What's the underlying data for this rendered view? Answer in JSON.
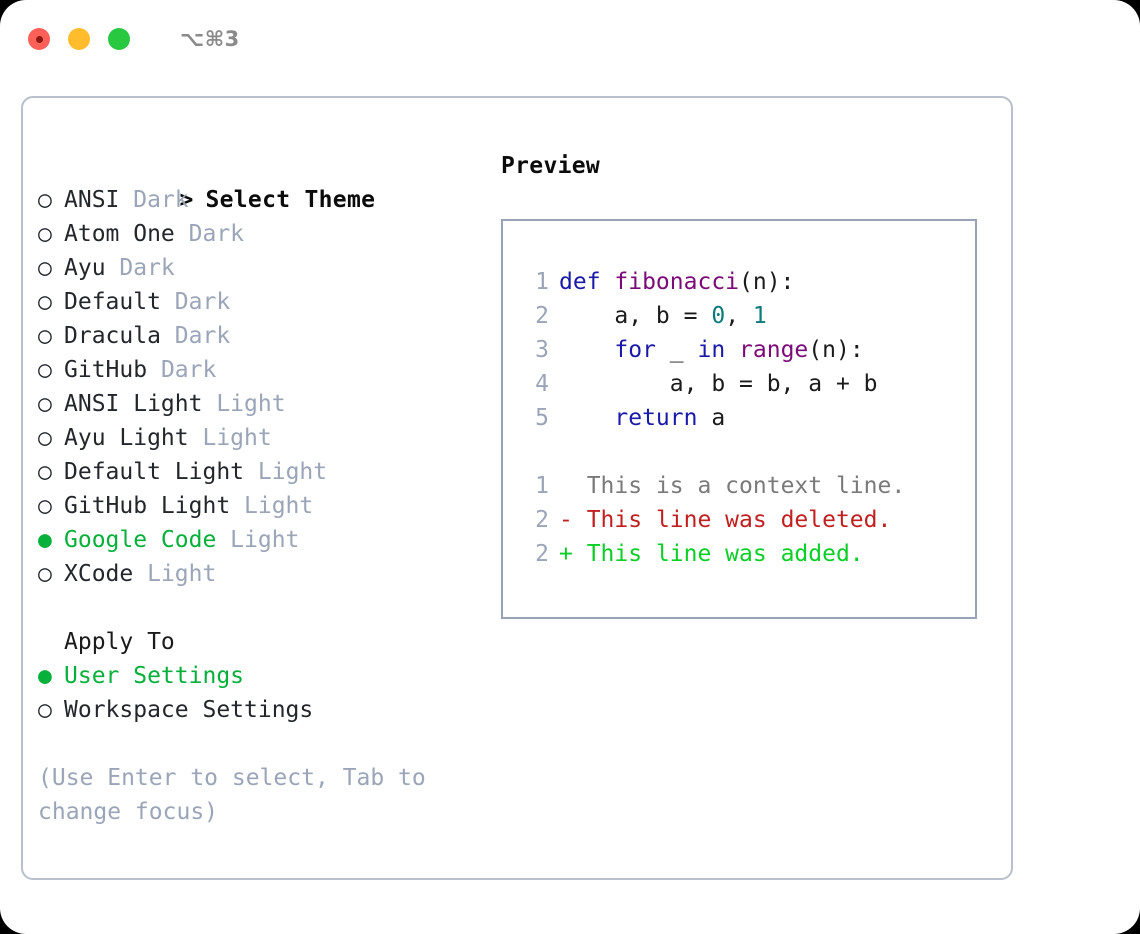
{
  "titlebar": {
    "shortcut": "⌥⌘3",
    "buttons": [
      {
        "name": "close",
        "color": "#ff6057"
      },
      {
        "name": "minimize",
        "color": "#ffbd2e"
      },
      {
        "name": "zoom",
        "color": "#28c840"
      }
    ]
  },
  "colors": {
    "accent_green": "#06b03a",
    "muted": "#9aa5b8",
    "keyword": "#1a1aa8",
    "function": "#7b0a78",
    "number": "#0d7b7b",
    "diff_deleted": "#c02020",
    "diff_added": "#0bce26",
    "panel_border": "#b8c0cb",
    "preview_border": "#98a4b6"
  },
  "theme_picker": {
    "header_marker": ">",
    "header": "Select Theme",
    "marker_selected": "●",
    "marker_unselected": "○",
    "items": [
      {
        "name": "ANSI",
        "kind": "Dark",
        "selected": false
      },
      {
        "name": "Atom One",
        "kind": "Dark",
        "selected": false
      },
      {
        "name": "Ayu",
        "kind": "Dark",
        "selected": false
      },
      {
        "name": "Default",
        "kind": "Dark",
        "selected": false
      },
      {
        "name": "Dracula",
        "kind": "Dark",
        "selected": false
      },
      {
        "name": "GitHub",
        "kind": "Dark",
        "selected": false
      },
      {
        "name": "ANSI Light",
        "kind": "Light",
        "selected": false
      },
      {
        "name": "Ayu Light",
        "kind": "Light",
        "selected": false
      },
      {
        "name": "Default Light",
        "kind": "Light",
        "selected": false
      },
      {
        "name": "GitHub Light",
        "kind": "Light",
        "selected": false
      },
      {
        "name": "Google Code",
        "kind": "Light",
        "selected": true
      },
      {
        "name": "XCode",
        "kind": "Light",
        "selected": false
      }
    ]
  },
  "apply_to": {
    "header": "Apply To",
    "items": [
      {
        "name": "User Settings",
        "selected": true
      },
      {
        "name": "Workspace Settings",
        "selected": false
      }
    ]
  },
  "hint": "(Use Enter to select, Tab to change focus)",
  "preview": {
    "title": "Preview",
    "code": [
      {
        "lno": "1",
        "tokens": [
          {
            "t": "def ",
            "c": "kw"
          },
          {
            "t": "fibonacci",
            "c": "fn"
          },
          {
            "t": "(n):",
            "c": "pun"
          }
        ]
      },
      {
        "lno": "2",
        "tokens": [
          {
            "t": "    a, b = ",
            "c": "pun"
          },
          {
            "t": "0",
            "c": "num"
          },
          {
            "t": ", ",
            "c": "pun"
          },
          {
            "t": "1",
            "c": "num"
          }
        ]
      },
      {
        "lno": "3",
        "tokens": [
          {
            "t": "    for ",
            "c": "kw"
          },
          {
            "t": "_ ",
            "c": "pun"
          },
          {
            "t": "in ",
            "c": "kw"
          },
          {
            "t": "range",
            "c": "fn"
          },
          {
            "t": "(n):",
            "c": "pun"
          }
        ]
      },
      {
        "lno": "4",
        "tokens": [
          {
            "t": "        a, b = b, a + b",
            "c": "pun"
          }
        ]
      },
      {
        "lno": "5",
        "tokens": [
          {
            "t": "    return ",
            "c": "kw"
          },
          {
            "t": "a",
            "c": "pun"
          }
        ]
      }
    ],
    "diff": [
      {
        "lno": "1",
        "sign": " ",
        "text": " This is a context line.",
        "kind": "ctx"
      },
      {
        "lno": "2",
        "sign": "-",
        "text": " This line was deleted.",
        "kind": "del"
      },
      {
        "lno": "2",
        "sign": "+",
        "text": " This line was added.",
        "kind": "add"
      }
    ]
  }
}
